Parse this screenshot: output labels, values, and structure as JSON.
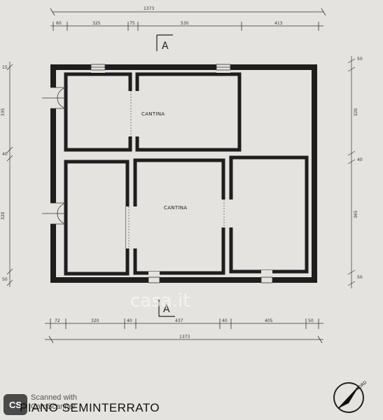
{
  "plan": {
    "rooms": [
      "CANTINA",
      "CANTINA"
    ],
    "section_marker": "A",
    "top_dims": {
      "total": "1373",
      "segments": [
        "60",
        "325",
        "75",
        "530",
        "413"
      ]
    },
    "bottom_dims": {
      "total": "1373",
      "segments": [
        "72",
        "320",
        "40",
        "437",
        "40",
        "405",
        "50"
      ]
    },
    "right_dims": [
      "50",
      "320",
      "40",
      "365",
      "50"
    ],
    "left_dims": [
      "15",
      "335",
      "40",
      "320",
      "50"
    ]
  },
  "title": "PIANO SEMINTERRATO",
  "watermark": "casa.it",
  "scanner": {
    "badge": "CS",
    "line1": "Scanned with",
    "line2": "CamScanner"
  },
  "north_label": "NORD"
}
